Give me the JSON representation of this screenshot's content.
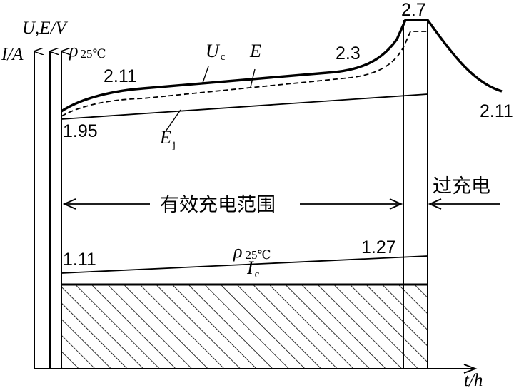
{
  "axes": {
    "y_outer": "I/A",
    "y_inner": "U,E/V",
    "density": "ρ",
    "density_sub": "25℃",
    "x": "t/h"
  },
  "curves": {
    "terminal_voltage": "U",
    "terminal_voltage_sub": "c",
    "emf": "E",
    "polarization_emf": "E",
    "polarization_emf_sub": "j",
    "current": "I",
    "current_sub": "c",
    "density_line": "ρ",
    "density_line_sub": "25℃"
  },
  "values": {
    "start_voltage": "1.95",
    "early_voltage": "2.11",
    "late_voltage": "2.3",
    "peak_voltage": "2.7",
    "end_voltage": "2.11",
    "density_start": "1.11",
    "density_end": "1.27"
  },
  "regions": {
    "effective_charging": "有效充电范围",
    "overcharge": "过充电"
  },
  "colors": {
    "ink": "#000000",
    "background": "#ffffff"
  }
}
